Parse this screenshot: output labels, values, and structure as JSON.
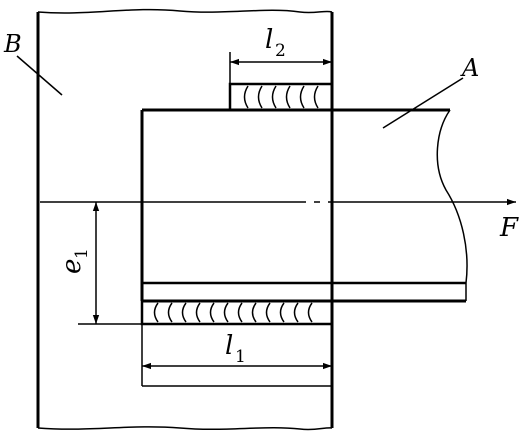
{
  "labels": {
    "plate_b": "B",
    "bar_a": "A",
    "force": "F",
    "weld_top_length": {
      "main": "l",
      "sub": "2"
    },
    "weld_bottom_length": {
      "main": "l",
      "sub": "1"
    },
    "eccentricity": {
      "main": "e",
      "sub": "1"
    }
  },
  "colors": {
    "line": "#000000",
    "background": "#ffffff"
  }
}
